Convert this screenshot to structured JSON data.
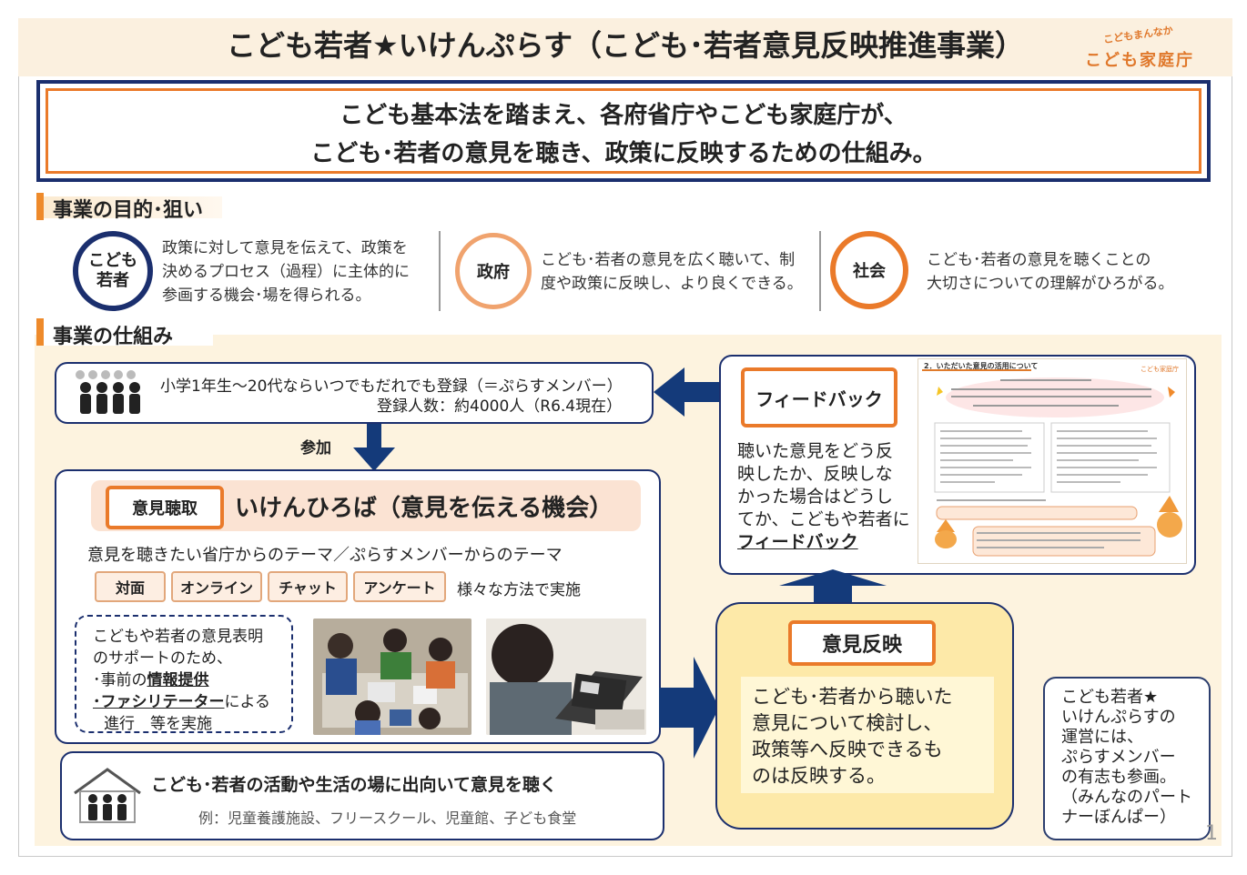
{
  "header": {
    "title": "こども若者★いけんぷらす（こども･若者意見反映推進事業）",
    "logo_sub": "こどもまんなか",
    "logo_main": "こども家庭庁"
  },
  "intro": {
    "line1": "こども基本法を踏まえ、各府省庁やこども家庭庁が、",
    "line2": "こども･若者の意見を聴き、政策に反映するための仕組み。"
  },
  "purpose": {
    "section_title": "事業の目的･狙い",
    "items": [
      {
        "badge_line1": "こども",
        "badge_line2": "若者",
        "text1": "政策に対して意見を伝えて、政策を",
        "text2": "決めるプロセス（過程）に主体的に",
        "text3": "参画する機会･場を得られる。",
        "color": "#1b2f6e"
      },
      {
        "badge": "政府",
        "text1": "こども･若者の意見を広く聴いて、制",
        "text2": "度や政策に反映し、より良くできる。",
        "color": "#f0a36e"
      },
      {
        "badge": "社会",
        "text1": "こども･若者の意見を聴くことの",
        "text2": "大切さについての理解がひろがる。",
        "color": "#ea7a2a"
      }
    ]
  },
  "mechanism": {
    "section_title": "事業の仕組み",
    "registration": {
      "line1": "小学1年生～20代ならいつでもだれでも登録（＝ぷらすメンバー）",
      "line2": "登録人数：約4000人（R6.4現在）"
    },
    "join_label": "参加",
    "hearing": {
      "tag": "意見聴取",
      "title": "いけんひろば（意見を伝える機会）",
      "theme": "意見を聴きたい省庁からのテーマ／ぷらすメンバーからのテーマ",
      "methods": [
        "対面",
        "オンライン",
        "チャット",
        "アンケート"
      ],
      "methods_note": "様々な方法で実施",
      "support": {
        "line1": "こどもや若者の意見表明",
        "line2": "のサポートのため、",
        "line3_pre": "･事前の",
        "line3_em": "情報提供",
        "line4_em": "･ファシリテーター",
        "line4_post": "による",
        "line5": "進行　等を実施"
      }
    },
    "outreach": {
      "title": "こども･若者の活動や生活の場に出向いて意見を聴く",
      "examples": "例：児童養護施設、フリースクール、児童館、子ども食堂"
    },
    "feedback": {
      "tag": "フィードバック",
      "line1": "聴いた意見をどう反",
      "line2": "映したか、反映しな",
      "line3": "かった場合はどうし",
      "line4": "てか、こどもや若者に",
      "line5": "フィードバック",
      "doc_title": "2．いただいた意見の活用について",
      "doc_logo": "こども家庭庁"
    },
    "reflection": {
      "tag": "意見反映",
      "line1": "こども･若者から聴いた",
      "line2": "意見について検討し、",
      "line3": "政策等へ反映できるも",
      "line4": "のは反映する。"
    },
    "note": {
      "line1": "こども若者★",
      "line2": "いけんぷらすの",
      "line3": "運営には、",
      "line4": "ぷらすメンバー",
      "line5": "の有志も参画。",
      "line6": "（みんなのパート",
      "line7": "ナーぼんぱー）"
    }
  },
  "page_number": "1"
}
